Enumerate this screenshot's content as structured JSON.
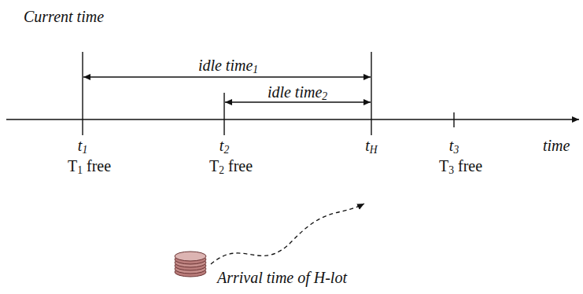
{
  "diagram": {
    "labels": [
      "Current time",
      "idle time1",
      "idle time2",
      "t1",
      "T1 free",
      "t2",
      "T2 free",
      "tH",
      "t3",
      "T3 free",
      "time",
      "Arrival time of H-lot"
    ]
  }
}
